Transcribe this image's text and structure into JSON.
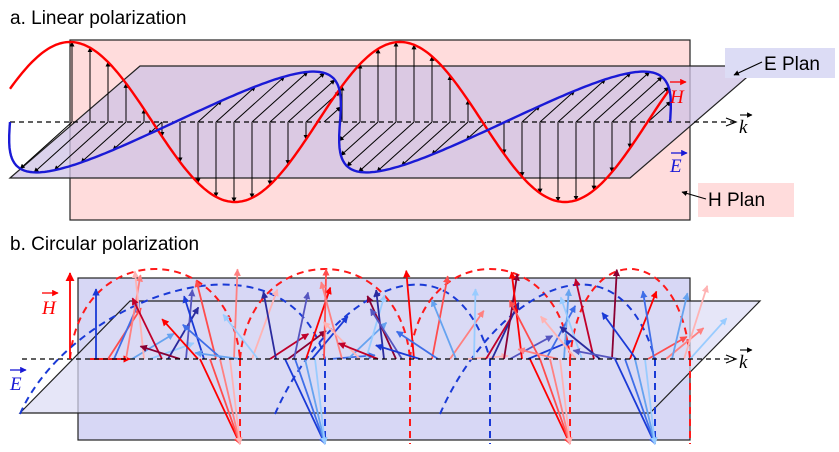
{
  "part_a": {
    "heading": "a. Linear polarization",
    "e_plane_label": "E Plan",
    "h_plane_label": "H Plan",
    "h_vector": "H",
    "e_vector": "E",
    "k_vector": "k"
  },
  "part_b": {
    "heading": "b. Circular polarization",
    "h_vector": "H",
    "e_vector": "E",
    "k_vector": "k"
  },
  "colors": {
    "h_field": "#ff0000",
    "e_field": "#1a1ad6",
    "h_plane_fill": "#ffdcdc",
    "e_plane_fill": "#d7d7f5",
    "label_box_e": "#dcdcf5",
    "label_box_h": "#ffdcdc"
  }
}
